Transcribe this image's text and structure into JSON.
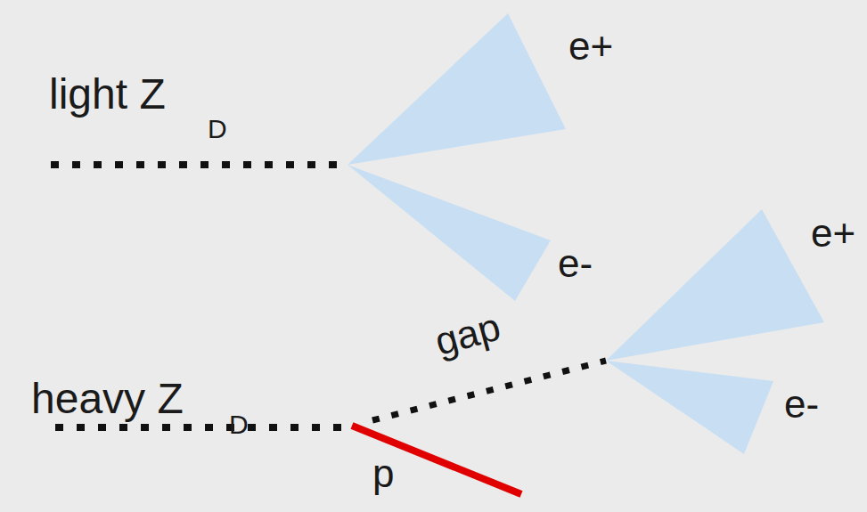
{
  "diagram": {
    "labels": [
      "light Z",
      "D",
      "e+",
      "e-",
      "e+",
      "gap",
      "heavy Z",
      "D",
      "e-",
      "p"
    ]
  }
}
